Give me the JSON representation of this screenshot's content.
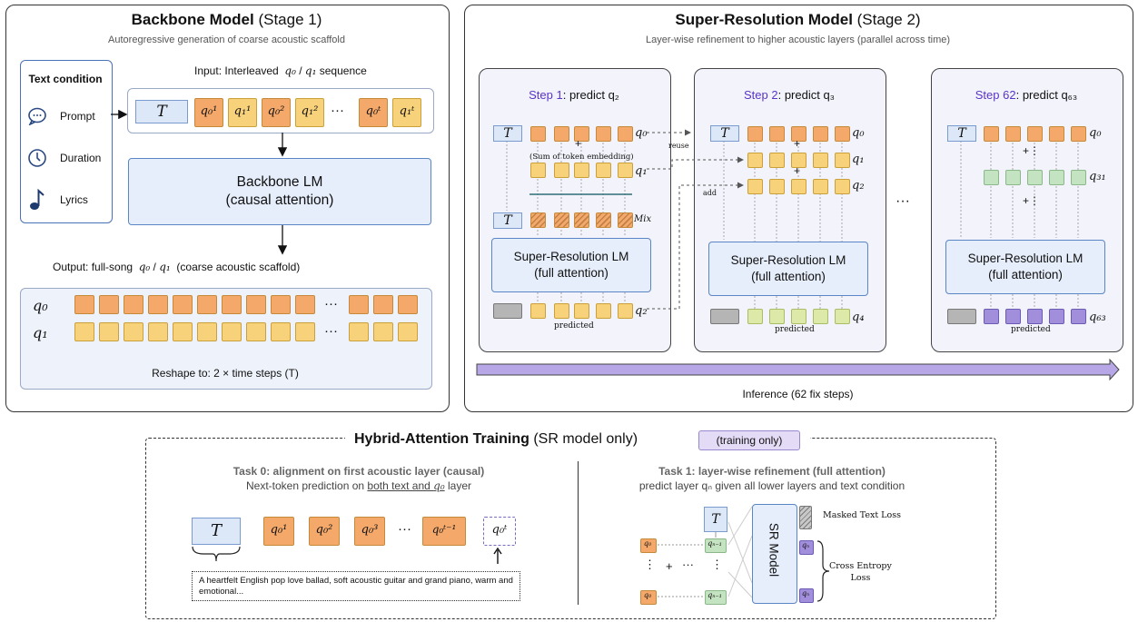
{
  "stage1": {
    "title_bold": "Backbone Model",
    "title_rest": " (Stage 1)",
    "subtitle": "Autoregressive generation of coarse acoustic scaffold",
    "text_condition": {
      "heading": "Text condition",
      "items": [
        "Prompt",
        "Duration",
        "Lyrics"
      ]
    },
    "input_label": "Input: Interleaved  q₀ / q₁ sequence",
    "input_tokens": [
      "T",
      "q₀¹",
      "q₁¹",
      "q₀²",
      "q₁²",
      "···",
      "q₀ᵗ",
      "q₁ᵗ"
    ],
    "backbone_lm": [
      "Backbone LM",
      "(causal attention)"
    ],
    "output_label": "Output: full-song  q₀ / q₁  (coarse acoustic scaffold)",
    "output_rows": [
      "q₀",
      "q₁"
    ],
    "ellipsis": "···",
    "reshape_label": "Reshape to: 2 × time steps (T)"
  },
  "stage2": {
    "title_bold": "Super-Resolution Model",
    "title_rest": " (Stage 2)",
    "subtitle": "Layer-wise refinement to higher acoustic layers (parallel across time)",
    "steps": [
      {
        "step": "Step 1",
        "predict": ": predict q₂",
        "rows": [
          "q₀",
          "q₁"
        ],
        "out": "q₂",
        "mix": "Mix",
        "sum": "(Sum of token embedding)",
        "plus": "+"
      },
      {
        "step": "Step 2",
        "predict": ": predict q₃",
        "rows": [
          "q₀",
          "q₁",
          "q₂"
        ],
        "out": "q₄",
        "plus": "+"
      },
      {
        "step": "Step 62",
        "predict": ": predict q₆₃",
        "rows": [
          "q₀",
          "q₃₁"
        ],
        "out": "q₆₃",
        "plus": "+⋮"
      }
    ],
    "sr_lm": [
      "Super-Resolution LM",
      "(full attention)"
    ],
    "predicted": "predicted",
    "token_T": "T",
    "reuse": "reuse",
    "add": "add",
    "between_ellipsis": "···",
    "inference": "Inference (62 fix steps)"
  },
  "training": {
    "title_bold": "Hybrid-Attention Training",
    "title_rest": " (SR model only)",
    "badge": "(training only)",
    "task0": {
      "title": "Task 0: alignment on first acoustic layer (causal)",
      "sub_pre": "Next-token prediction on ",
      "sub_u": "both text and ",
      "sub_q": "q₀",
      "sub_post": " layer",
      "tokens": [
        "T",
        "q₀¹",
        "q₀²",
        "q₀³",
        "···",
        "q₀ᵗ⁻¹",
        "q₀ᵗ"
      ],
      "prompt_text": "A heartfelt English pop love ballad, soft acoustic guitar and grand piano, warm and emotional..."
    },
    "task1": {
      "title": "Task 1: layer-wise refinement (full attention)",
      "sub": "predict layer qₙ given all lower layers and text condition",
      "left_tokens": [
        "q₀",
        "q₀"
      ],
      "mid_tokens": [
        "qₙ₋₁",
        "qₙ₋₁"
      ],
      "dots": [
        "⋮",
        "+",
        "···",
        "⋮"
      ],
      "token_T": "T",
      "sr_model": "SR Model",
      "out_tokens": [
        "qₙ",
        "qₙ"
      ],
      "masked_text_loss": "Masked Text Loss",
      "ce_loss": [
        "Cross Entropy",
        "Loss"
      ]
    }
  },
  "colors": {
    "accent_purple": "#5a34c8",
    "orange": "#f4a96b",
    "yellow": "#f8d27b",
    "green": "#c4e3c0",
    "violet": "#a28fdc"
  }
}
